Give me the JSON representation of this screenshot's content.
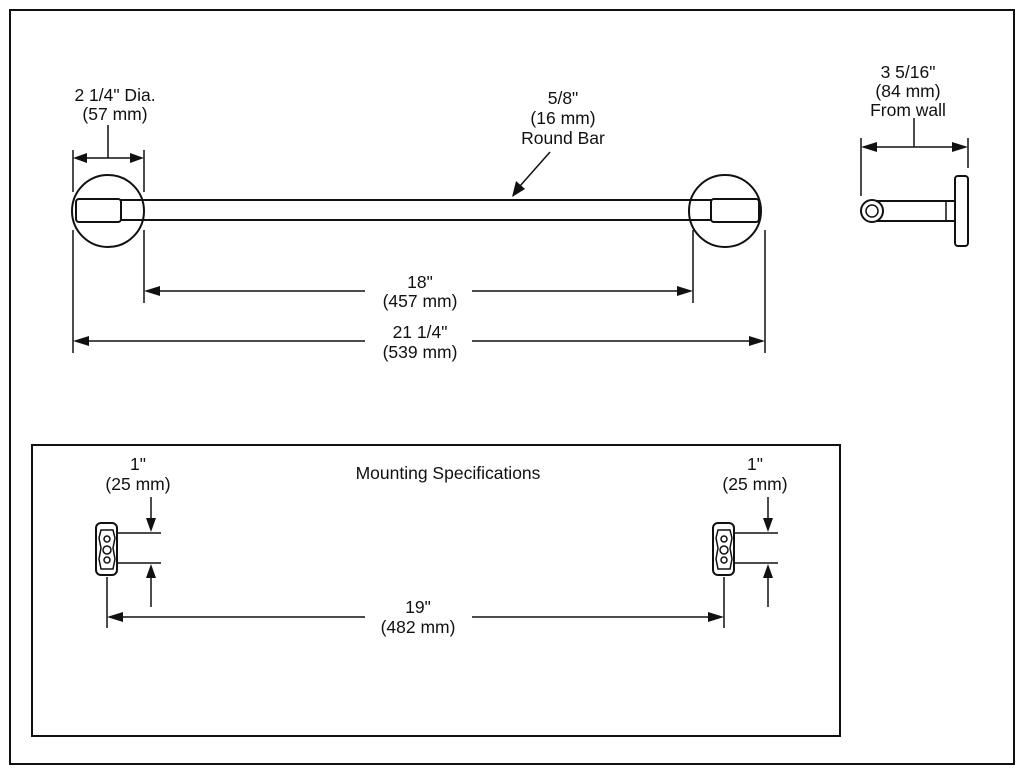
{
  "diagram": {
    "bar_diameter": {
      "fraction": "5/8\"",
      "metric": "(16 mm)",
      "name": "Round Bar"
    },
    "flange_diameter": {
      "imperial": "2 1/4\" Dia.",
      "metric": "(57 mm)"
    },
    "projection": {
      "imperial": "3 5/16\"",
      "metric": "(84 mm)",
      "note": "From wall"
    },
    "inner_length": {
      "imperial": "18\"",
      "metric": "(457 mm)"
    },
    "overall_length": {
      "imperial": "21 1/4\"",
      "metric": "(539 mm)"
    },
    "mounting": {
      "title": "Mounting Specifications",
      "left_offset": {
        "imperial": "1\"",
        "metric": "(25 mm)"
      },
      "right_offset": {
        "imperial": "1\"",
        "metric": "(25 mm)"
      },
      "spacing": {
        "imperial": "19\"",
        "metric": "(482 mm)"
      }
    }
  }
}
